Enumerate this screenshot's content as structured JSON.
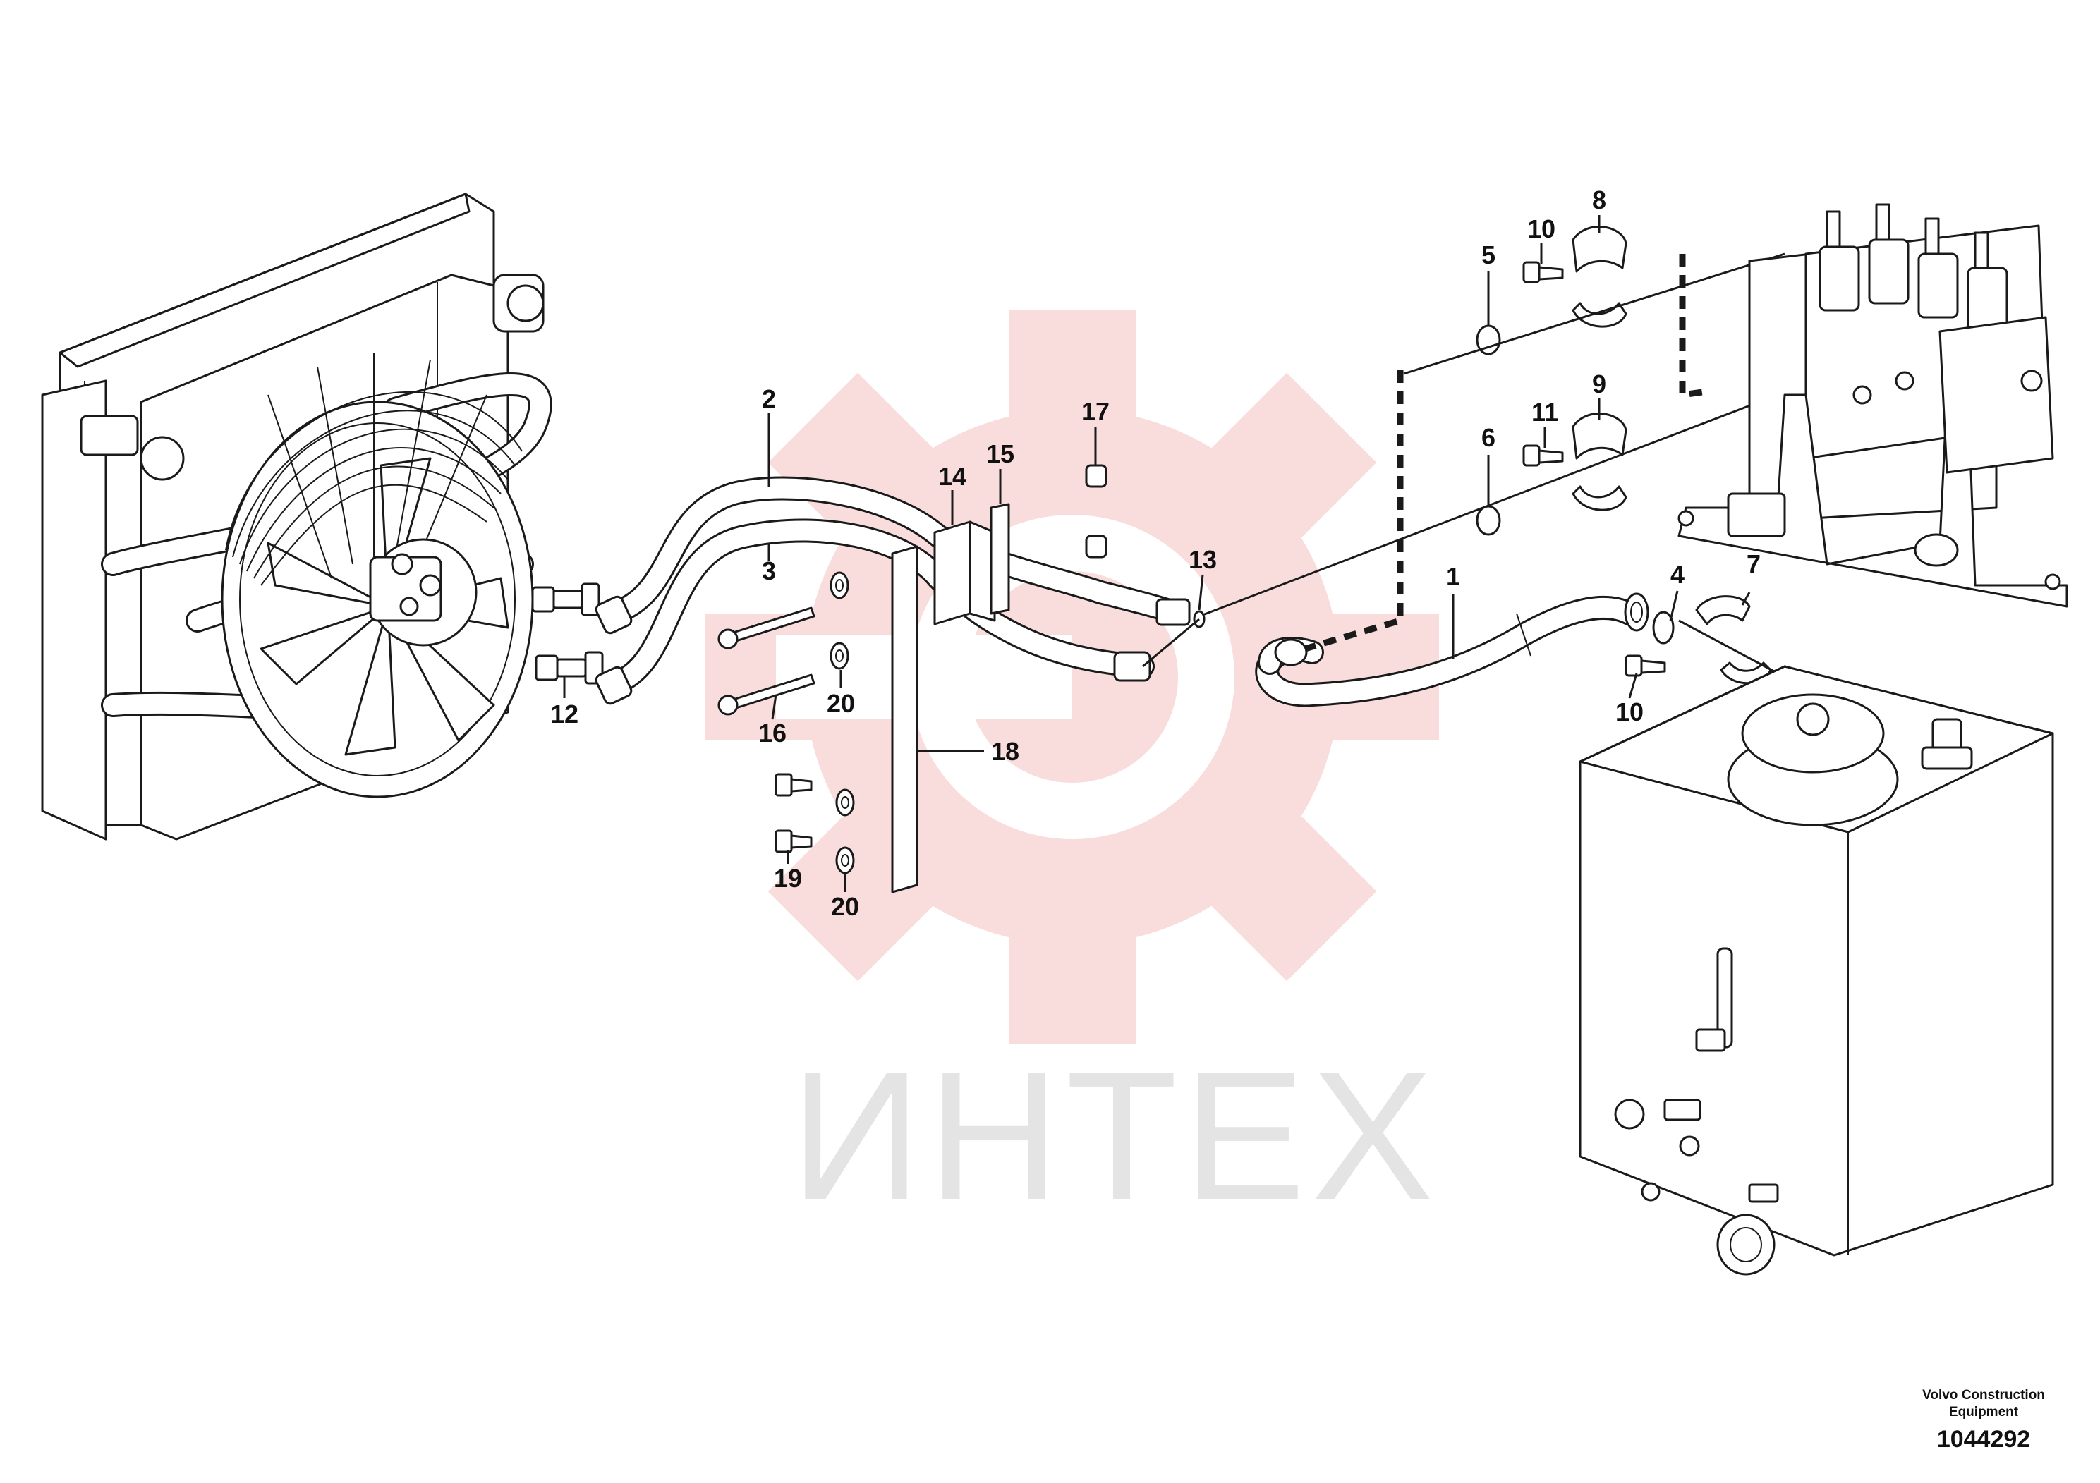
{
  "watermark": {
    "text": "ИНТЕХ",
    "gear_color": "#f9dcdc",
    "text_color": "#e4e4e4"
  },
  "callouts": {
    "c1": "1",
    "c2": "2",
    "c3": "3",
    "c4": "4",
    "c5": "5",
    "c6": "6",
    "c7": "7",
    "c8": "8",
    "c9": "9",
    "c10a": "10",
    "c10b": "10",
    "c11": "11",
    "c12": "12",
    "c13": "13",
    "c14": "14",
    "c15": "15",
    "c16": "16",
    "c17": "17",
    "c18": "18",
    "c19": "19",
    "c20a": "20",
    "c20b": "20"
  },
  "brand": {
    "line1": "Volvo Construction",
    "line2": "Equipment"
  },
  "document_number": "1044292"
}
